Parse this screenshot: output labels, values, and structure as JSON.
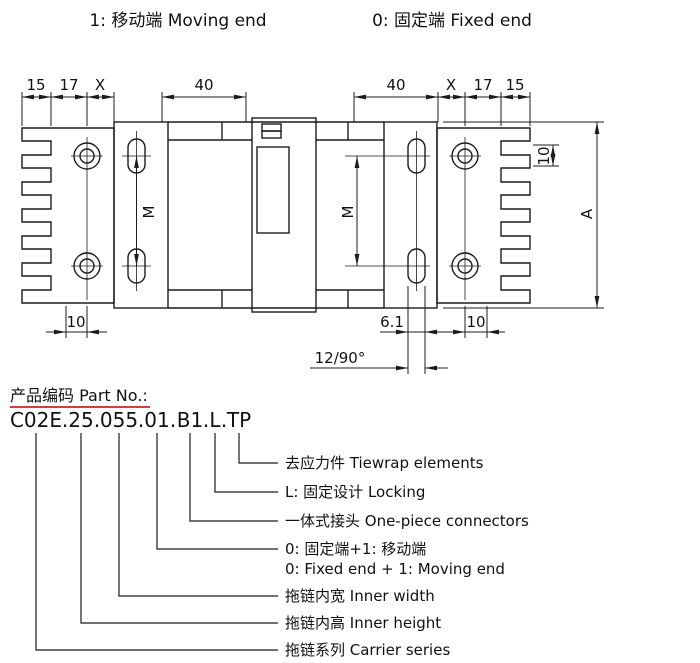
{
  "top_labels": {
    "moving_end": "1: 移动端 Moving end",
    "fixed_end": "0: 固定端 Fixed end"
  },
  "dimensions": {
    "fifteen": "15",
    "seventeen": "17",
    "x": "X",
    "forty": "40",
    "m": "M",
    "ten": "10",
    "a": "A",
    "six_one": "6.1",
    "twelve_ninety": "12/90°"
  },
  "part_no": {
    "heading": "产品编码 Part No.:",
    "value": "C02E.25.055.01.B1.L.TP",
    "separator": ".",
    "segments": [
      "C02E",
      "25",
      "055",
      "01",
      "B1",
      "L",
      "TP"
    ],
    "underline_color": "#c00000"
  },
  "breakdown": [
    {
      "label": "去应力件 Tiewrap elements"
    },
    {
      "label": "L: 固定设计 Locking"
    },
    {
      "label": "一体式接头 One-piece connectors"
    },
    {
      "label": "0: 固定端+1: 移动端",
      "label2": "0: Fixed end + 1: Moving end"
    },
    {
      "label": "拖链内宽 Inner width"
    },
    {
      "label": "拖链内高 Inner height"
    },
    {
      "label": "拖链系列 Carrier series"
    }
  ]
}
